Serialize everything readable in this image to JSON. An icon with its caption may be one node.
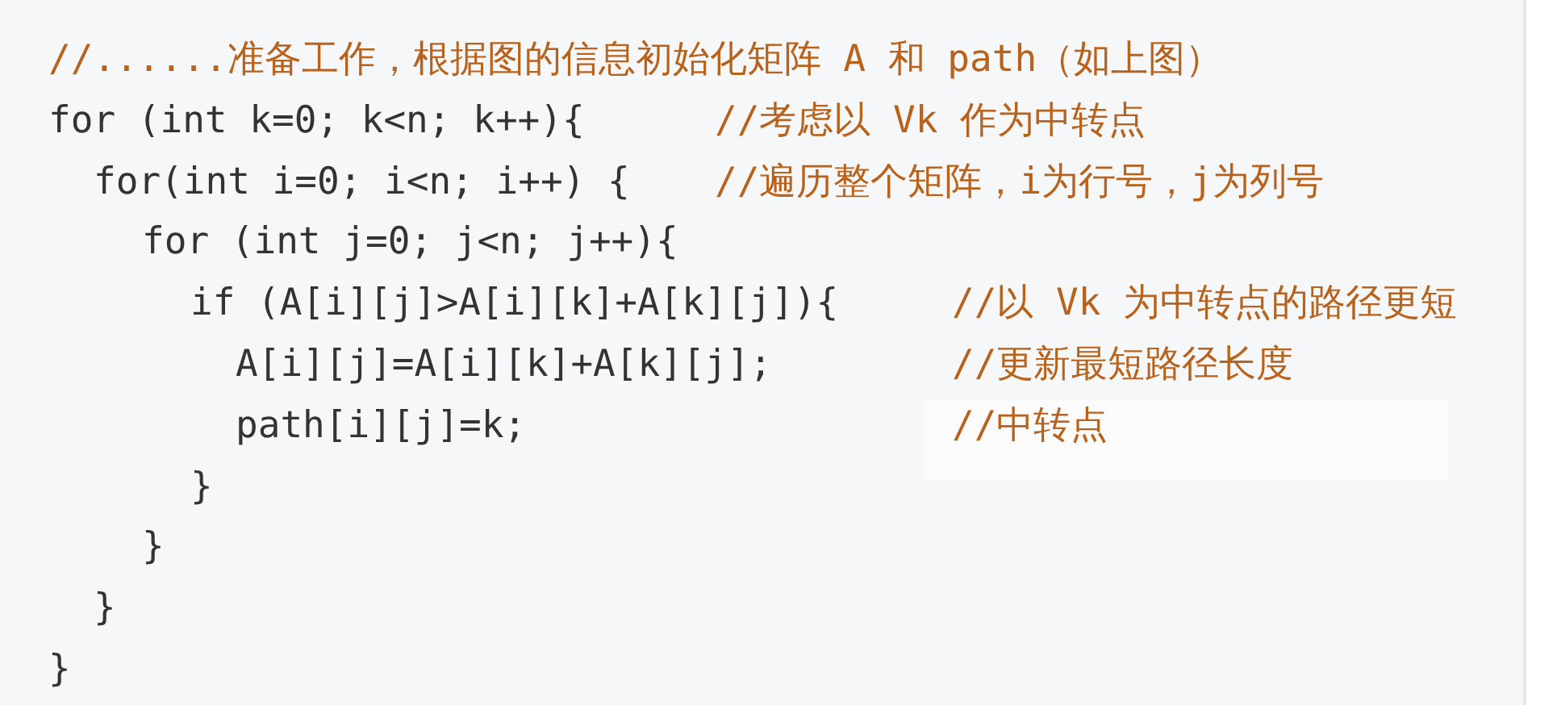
{
  "diagram": {
    "labels": [
      "//......准备工作，根据图的信息初始化矩阵 A 和 path（如上图）",
      "for (int k=0; k<n; k++){",
      "//考虑以 Vk 作为中转点",
      "for(int i=0; i<n; i++) {",
      "//遍历整个矩阵，i为行号，j为列号",
      "for (int j=0; j<n; j++){",
      "if (A[i][j]>A[i][k]+A[k][j]){",
      "//以 Vk 为中转点的路径更短",
      "A[i][j]=A[i][k]+A[k][j];",
      "//更新最短路径长度",
      "path[i][j]=k;",
      "//中转点",
      "}",
      "}",
      "}",
      "}"
    ]
  }
}
